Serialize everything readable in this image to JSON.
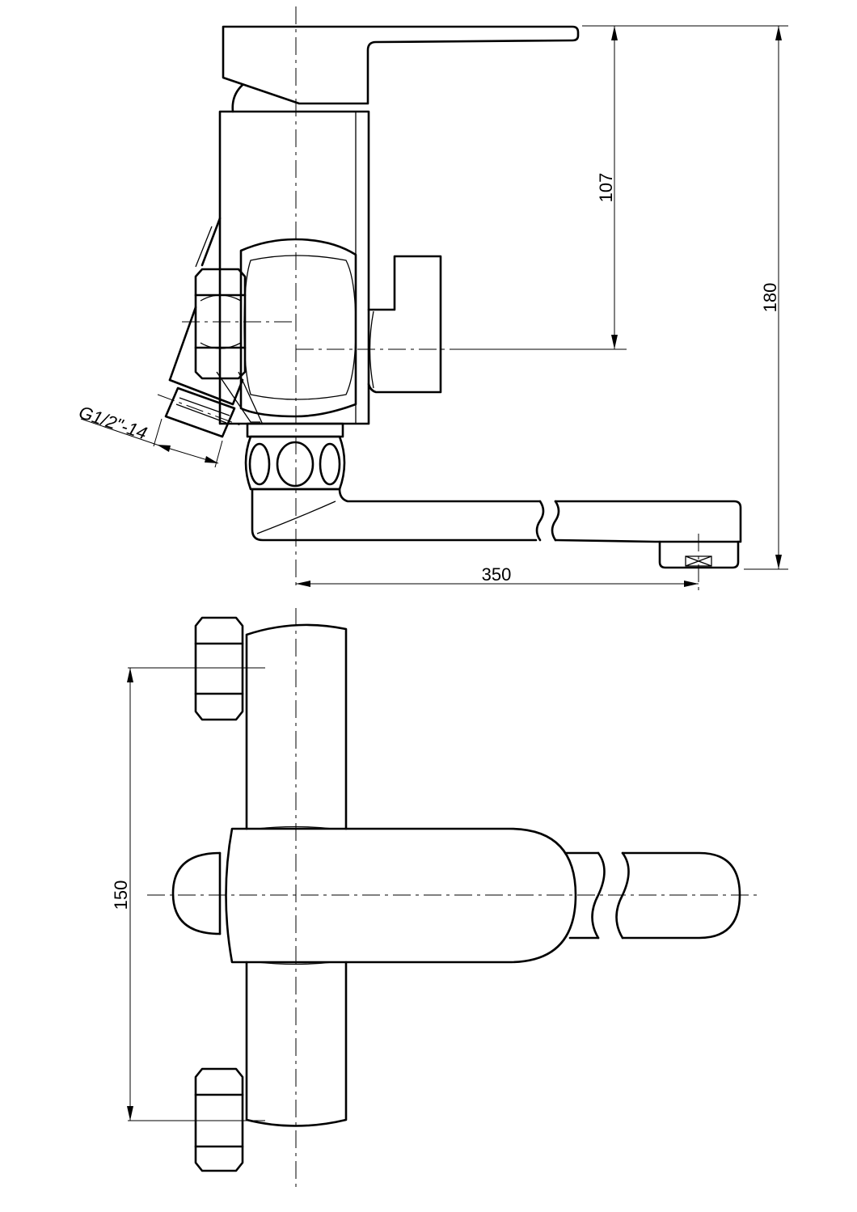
{
  "dimensions": {
    "lever_to_outlet_height": "107",
    "total_height": "180",
    "spout_reach": "350",
    "inlet_spacing": "150",
    "thread": "G1/2\"-14"
  }
}
